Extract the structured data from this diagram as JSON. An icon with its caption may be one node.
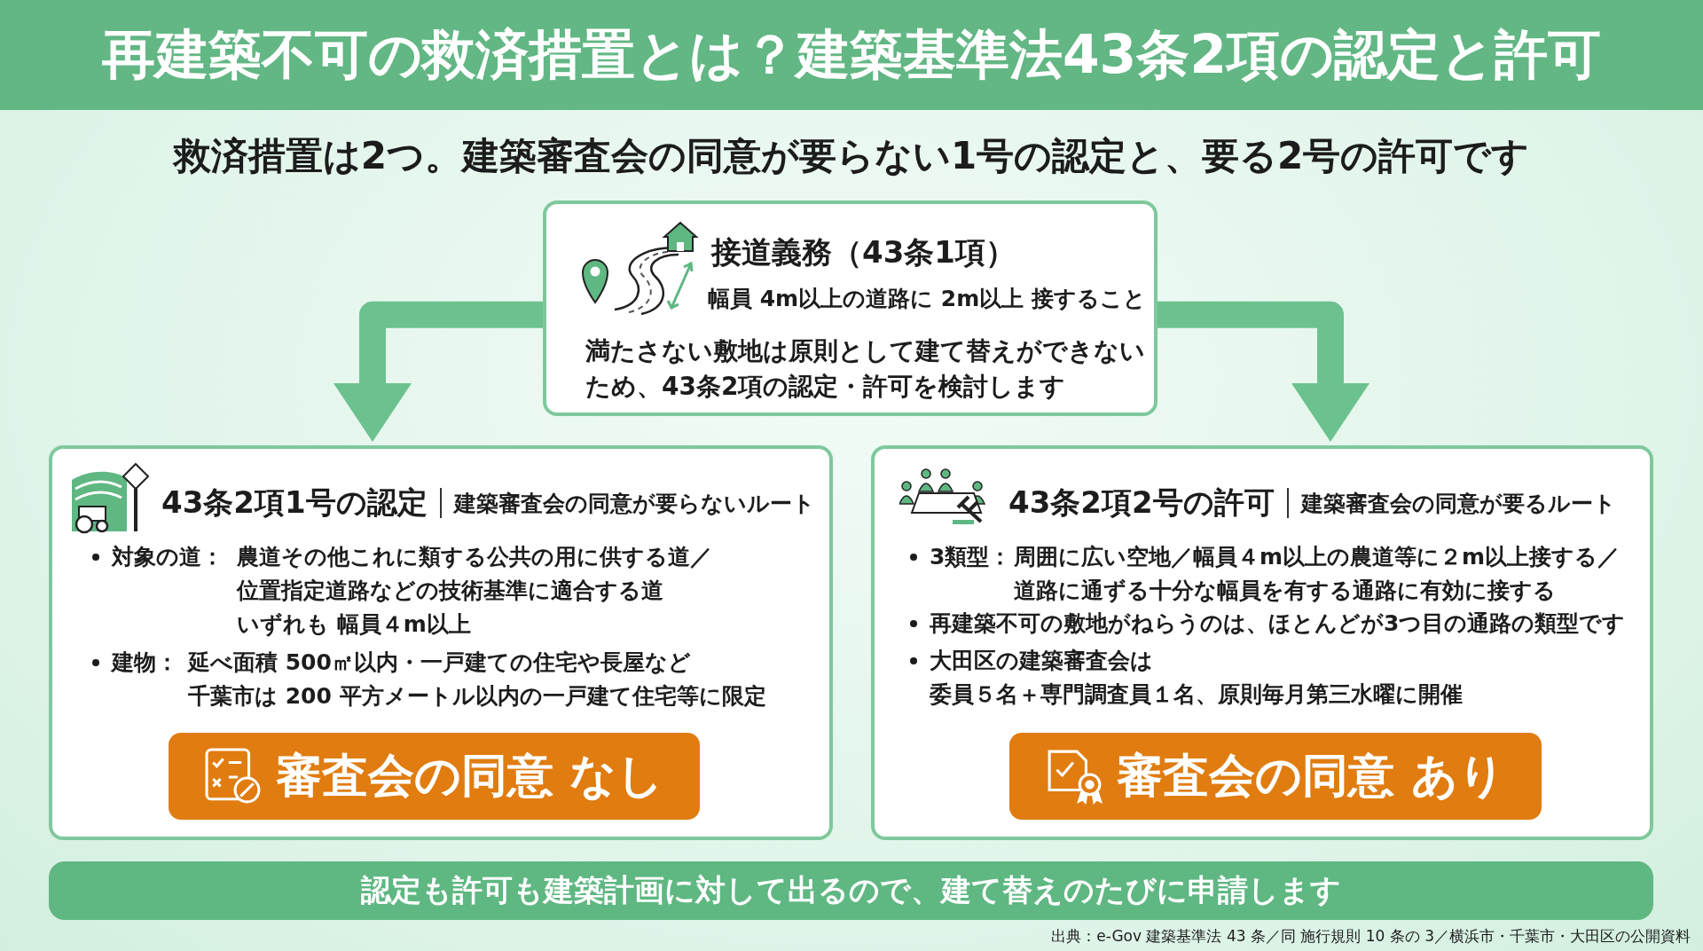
{
  "diagram": {
    "title": "再建築不可の救済措置とは？建築基準法43条2項の認定と許可",
    "nodes": [
      {
        "text": [
          "接道義務（43条1項）",
          "幅員 4m以上の道路に 2m以上 接すること",
          "満たさない敷地は原則として建て替えができないため、43条2項の認定・許可を検討します"
        ]
      },
      {
        "text": [
          "43条2項1号の認定",
          "建築審査会の同意が要らないルート",
          "対象の道：",
          "農道その他これに類する公共の用に供する道／",
          "位置指定道路などの技術基準に適合する道",
          "いずれも 幅員４m以上",
          "建物：",
          "延べ面積 500㎡以内・一戸建ての住宅や長屋など",
          "千葉市は 200 平方メートル以内の一戸建て住宅等に限定"
        ]
      },
      {
        "text": [
          "審査会の同意 なし"
        ],
        "in": 1
      },
      {
        "text": [
          "43条2項2号の許可",
          "建築審査会の同意が要るルート",
          "3類型：",
          "周囲に広い空地／幅員４m以上の農道等に２m以上接する／",
          "道路に通ずる十分な幅員を有する通路に有効に接する",
          "再建築不可の敷地がねらうのは、ほとんどが3つ目の通路の類型です",
          "大田区の建築審査会は",
          "委員５名＋専門調査員１名、原則毎月第三水曜に開催"
        ]
      },
      {
        "text": [
          "審査会の同意 あり"
        ],
        "in": 3
      },
      {
        "text": [
          "認定も許可も建築計画に対して出るので、建て替えのたびに申請します"
        ]
      }
    ],
    "edges": [
      {
        "from": 0,
        "to": 1,
        "arrow": "to"
      },
      {
        "from": 0,
        "to": 3,
        "arrow": "to"
      }
    ],
    "labels": [
      "救済措置は2つ。建築審査会の同意が要らない1号の認定と、要る2号の許可です",
      "出典：e-Gov 建築基準法 43 条／同 施行規則 10 条の 3／横浜市・千葉市・大田区の公開資料"
    ]
  }
}
